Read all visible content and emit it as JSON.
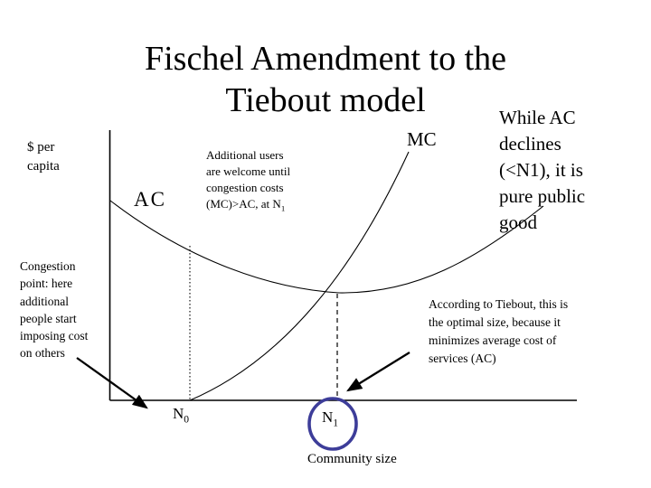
{
  "slide": {
    "title": "Fischel Amendment to the\nTiebout model",
    "y_axis_label": "$ per\ncapita",
    "x_axis_label": "Community size",
    "curve_labels": {
      "ac": "AC",
      "mc": "MC"
    },
    "axis_points": {
      "n0": {
        "base": "N",
        "sub": "0"
      },
      "n1": {
        "base": "N",
        "sub": "1"
      }
    },
    "annotations": {
      "welcome_lines": "Additional users\nare welcome until\ncongestion costs",
      "welcome_last_base": "(MC)>AC, at N",
      "welcome_last_sub": "1",
      "while_ac": "While AC\ndeclines\n(<N1), it is\npure public\ngood",
      "congestion": "Congestion\npoint: here\nadditional\npeople start\nimposing cost\non others",
      "according": "According to Tiebout, this is\nthe optimal size, because it\nminimizes average cost of\nservices (AC)"
    },
    "colors": {
      "ink": "#000000",
      "circle_accent": "#3d3d99",
      "background": "#ffffff"
    }
  }
}
